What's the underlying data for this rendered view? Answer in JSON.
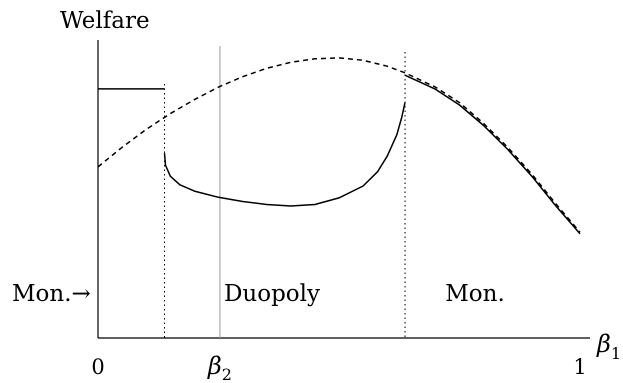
{
  "chart_data": {
    "type": "line",
    "ylabel": "Welfare",
    "xlabel": "β",
    "xlabel_sub": "1",
    "xlim": [
      0,
      1
    ],
    "ylim": [
      0,
      1
    ],
    "grid": false,
    "x_ticks": [
      {
        "value": 0,
        "label": "0"
      },
      {
        "value": 1,
        "label": "1"
      }
    ],
    "markers": {
      "threshold_low": 0.138,
      "beta2": {
        "value": 0.253,
        "label": "β",
        "sub": "2"
      },
      "threshold_high": 0.637
    },
    "region_labels": {
      "left": "Mon.",
      "left_arrow": "→",
      "middle": "Duopoly",
      "right": "Mon."
    },
    "series": [
      {
        "style": "dashed",
        "x": [
          0,
          0.05,
          0.1,
          0.15,
          0.2,
          0.25,
          0.3,
          0.35,
          0.4,
          0.45,
          0.5,
          0.55,
          0.6,
          0.637,
          0.7,
          0.75,
          0.8,
          0.85,
          0.9,
          0.95,
          1
        ],
        "y": [
          0.574,
          0.64,
          0.7,
          0.753,
          0.8,
          0.842,
          0.877,
          0.905,
          0.925,
          0.937,
          0.94,
          0.932,
          0.912,
          0.89,
          0.842,
          0.79,
          0.72,
          0.64,
          0.55,
          0.45,
          0.355
        ]
      },
      {
        "style": "solid",
        "x": [
          0,
          0.138
        ],
        "y": [
          0.836,
          0.836
        ]
      },
      {
        "style": "solid",
        "x": [
          0.138,
          0.14,
          0.15,
          0.17,
          0.2,
          0.25,
          0.3,
          0.35,
          0.4,
          0.45,
          0.5,
          0.55,
          0.58,
          0.6,
          0.62,
          0.63,
          0.637
        ],
        "y": [
          0.62,
          0.58,
          0.543,
          0.514,
          0.493,
          0.472,
          0.458,
          0.448,
          0.443,
          0.448,
          0.47,
          0.51,
          0.558,
          0.61,
          0.682,
          0.74,
          0.79
        ]
      },
      {
        "style": "solid",
        "x": [
          0.637,
          0.7,
          0.75,
          0.8,
          0.85,
          0.9,
          0.95,
          1
        ],
        "y": [
          0.882,
          0.835,
          0.782,
          0.713,
          0.633,
          0.543,
          0.443,
          0.35
        ]
      }
    ]
  }
}
